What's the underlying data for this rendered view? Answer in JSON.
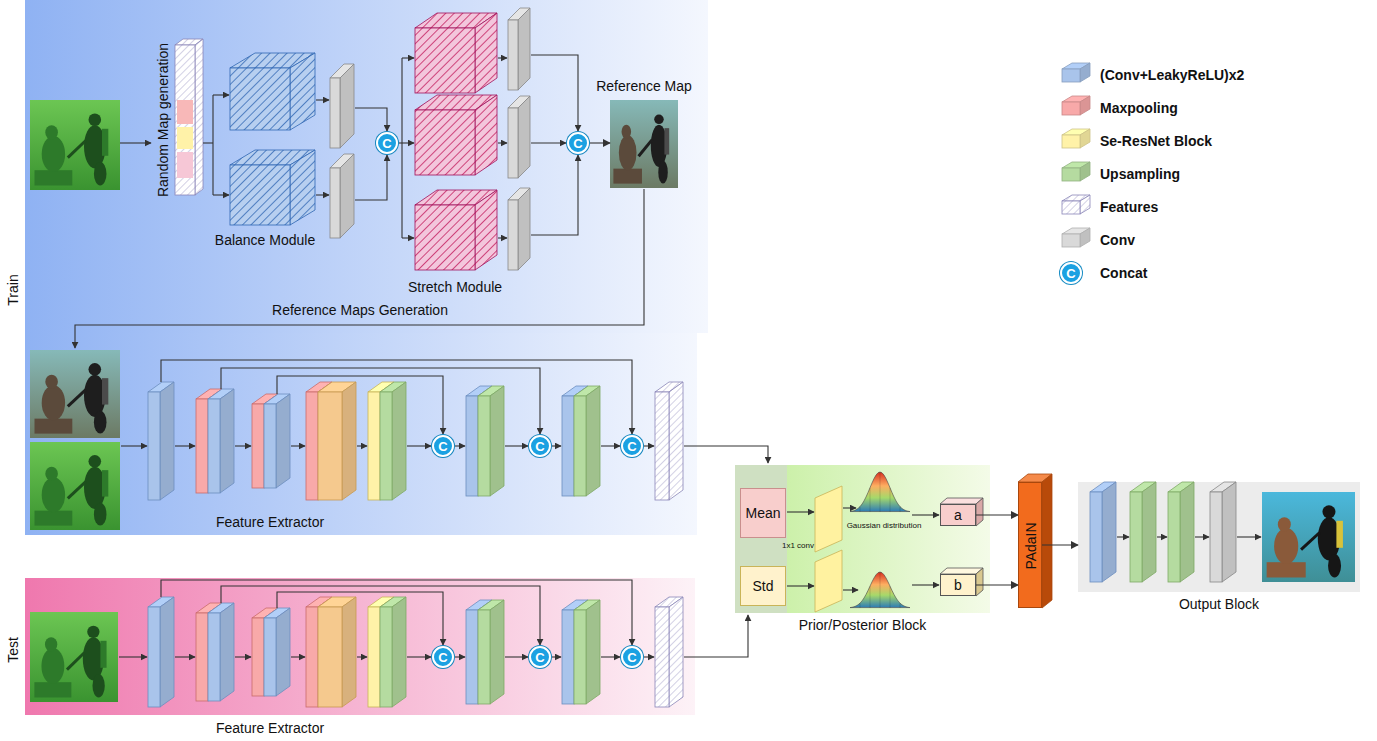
{
  "diagram": {
    "nodes": [
      {
        "text": [
          "Train"
        ]
      },
      {
        "text": [
          "Random Map generation"
        ],
        "in": 0
      },
      {
        "text": [
          "C"
        ],
        "in": 0
      },
      {
        "text": [
          "C"
        ],
        "in": 0
      },
      {
        "text": [
          "Reference Map"
        ],
        "in": 0
      },
      {
        "text": [
          "C"
        ],
        "in": 0
      },
      {
        "text": [
          "C"
        ],
        "in": 0
      },
      {
        "text": [
          "C"
        ],
        "in": 0
      },
      {
        "text": [
          "Test"
        ]
      },
      {
        "text": [
          "C"
        ],
        "in": 8
      },
      {
        "text": [
          "C"
        ],
        "in": 8
      },
      {
        "text": [
          "C"
        ],
        "in": 8
      },
      {
        "text": [
          "Prior/Posterior Block"
        ]
      },
      {
        "text": [
          "Mean"
        ],
        "in": 12
      },
      {
        "text": [
          "Std"
        ],
        "in": 12
      },
      {
        "text": [
          "a"
        ],
        "in": 12
      },
      {
        "text": [
          "b"
        ],
        "in": 12
      },
      {
        "text": [
          "PAdaIN"
        ]
      },
      {
        "text": [
          "Output Block"
        ]
      }
    ],
    "edges": [
      {
        "from": 3,
        "to": 4,
        "arrow": "to"
      },
      {
        "from": 15,
        "to": 17,
        "arrow": "to"
      },
      {
        "from": 16,
        "to": 17,
        "arrow": "to"
      },
      {
        "from": 17,
        "to": 18,
        "arrow": "to"
      }
    ],
    "labels": [
      "Balance Module",
      "Stretch Module",
      "Reference Maps Generation",
      "Feature Extractor",
      "1x1 conv",
      "Gaussian distribution",
      "Feature Extractor",
      "C"
    ],
    "legend": [
      {
        "text": "(Conv+LeakyReLU)x2",
        "color": "#a9c4eb"
      },
      {
        "text": "Maxpooling",
        "color": "#f8a9a9"
      },
      {
        "text": "Se-ResNet Block",
        "color": "#fff2a8"
      },
      {
        "text": "Upsampling",
        "color": "#b5dba0"
      },
      {
        "text": "Features"
      },
      {
        "text": "Conv",
        "color": "#d9d9d9"
      },
      {
        "text": "Concat",
        "color": "#1ba1e2"
      }
    ]
  }
}
